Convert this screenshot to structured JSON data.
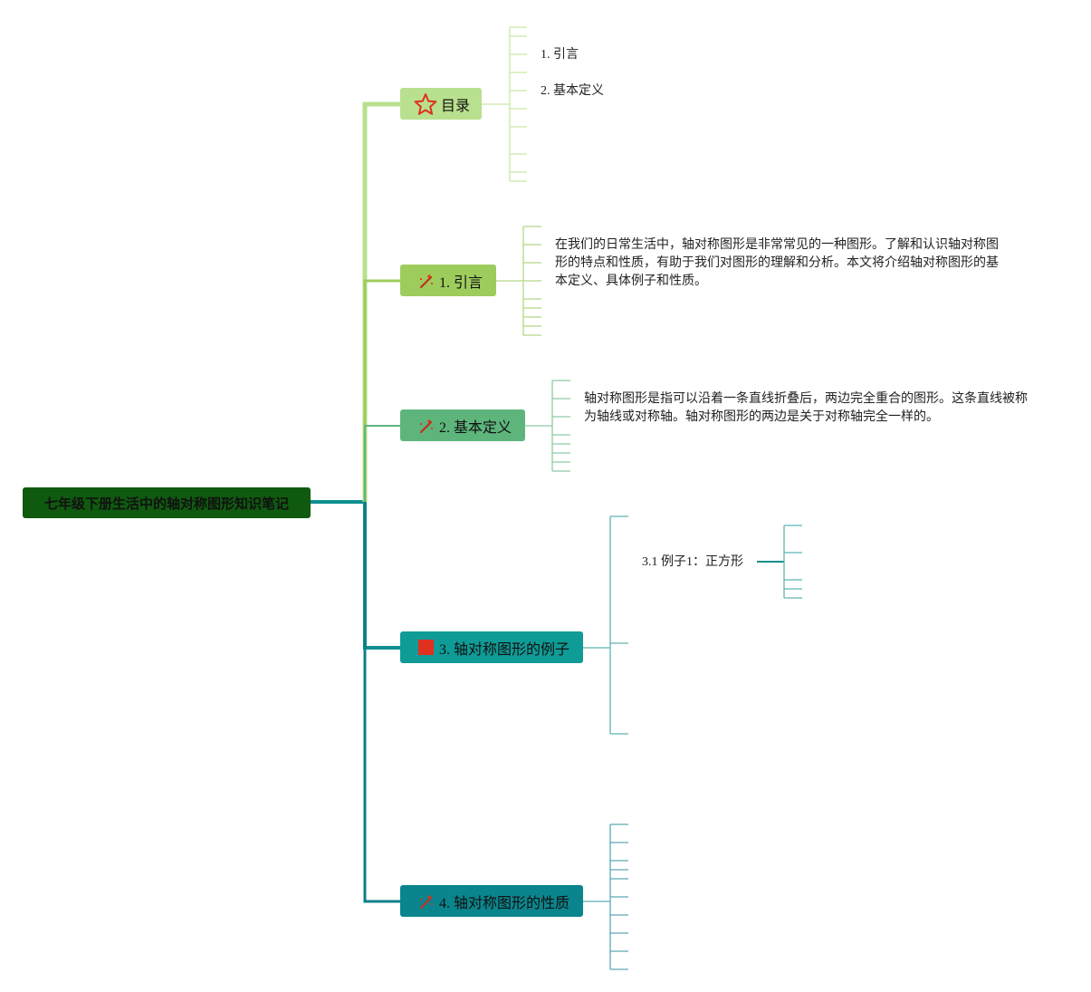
{
  "root": {
    "label": "七年级下册生活中的轴对称图形知识笔记"
  },
  "branches": [
    {
      "id": "toc",
      "label": "目录",
      "icon": "star-icon",
      "color": "#b8e08e",
      "items": [
        "1. 引言",
        "2. 基本定义"
      ]
    },
    {
      "id": "intro",
      "label": "1. 引言",
      "icon": "magic-wand-icon",
      "color": "#9dcc5d",
      "text": "在我们的日常生活中，轴对称图形是非常常见的一种图形。了解和认识轴对称图形的特点和性质，有助于我们对图形的理解和分析。本文将介绍轴对称图形的基本定义、具体例子和性质。"
    },
    {
      "id": "def",
      "label": "2. 基本定义",
      "icon": "magic-wand-icon",
      "color": "#5db57c",
      "text": "轴对称图形是指可以沿着一条直线折叠后，两边完全重合的图形。这条直线被称为轴线或对称轴。轴对称图形的两边是关于对称轴完全一样的。"
    },
    {
      "id": "ex",
      "label": "3. 轴对称图形的例子",
      "icon": "red-flag-icon",
      "color": "#0f9b96",
      "sub": "3.1 例子1：正方形"
    },
    {
      "id": "prop",
      "label": "4. 轴对称图形的性质",
      "icon": "magic-wand-icon",
      "color": "#0a858d"
    }
  ],
  "colors": {
    "root": "#0f5a0f",
    "trunk": "#0f8f8f",
    "accent_red": "#e0301e"
  }
}
